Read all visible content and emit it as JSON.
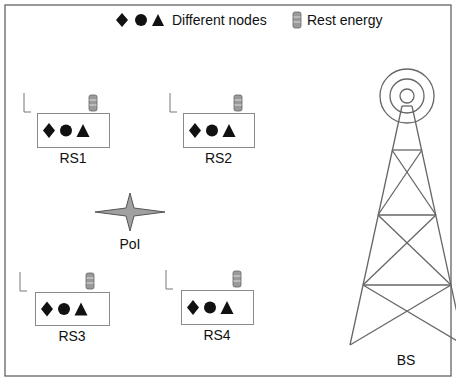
{
  "diagram": {
    "nodes": [
      {
        "text": [
          "RS1"
        ]
      },
      {
        "text": [
          "RS2"
        ]
      },
      {
        "text": [
          "RS3"
        ]
      },
      {
        "text": [
          "RS4"
        ]
      }
    ],
    "labels": [
      "PoI",
      "BS"
    ],
    "legend": [
      {
        "text": "Different nodes"
      },
      {
        "text": "Rest energy"
      }
    ]
  }
}
